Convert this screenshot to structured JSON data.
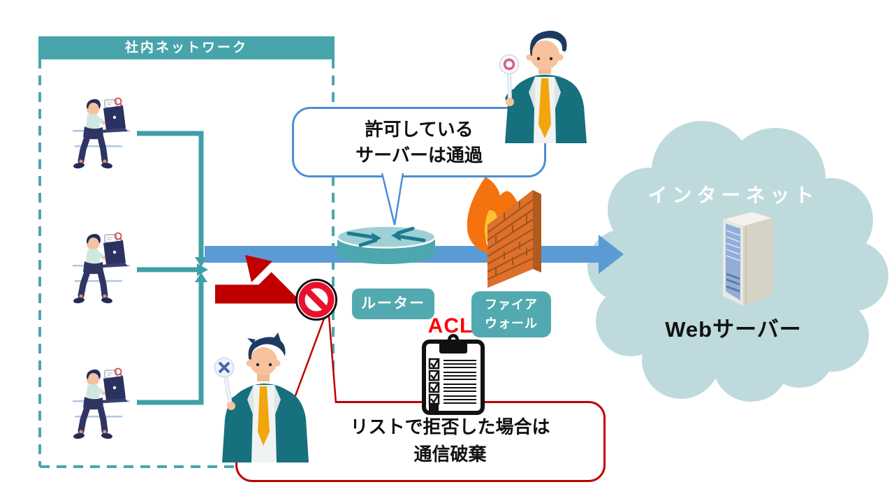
{
  "network_box": {
    "label": "社内ネットワーク"
  },
  "allow_bubble": {
    "line1": "許可している",
    "line2": "サーバーは通過"
  },
  "router": {
    "label": "ルーター"
  },
  "firewall": {
    "line1": "ファイア",
    "line2": "ウォール"
  },
  "acl": {
    "label": "ACL"
  },
  "deny_callout": {
    "line1": "リストで拒否した場合は",
    "line2": "通信破棄"
  },
  "internet": {
    "label": "インターネット",
    "server_label": "Webサーバー"
  },
  "icons": {
    "seated_user": "person-working-on-laptop",
    "approve_paddle": "circle-ok-paddle",
    "deny_paddle": "cross-ng-paddle",
    "prohibition": "no-entry-sign",
    "u_turn_arrow": "rejected-traffic-arrow",
    "router": "cylinder-with-arrows",
    "firewall": "brick-wall-with-flame",
    "acl_clipboard": "checklist-clipboard",
    "internet": "cloud",
    "web_server": "server-tower"
  },
  "colors": {
    "teal": "#47A4AB",
    "connector_teal": "#3FA0A7",
    "main_blue": "#5B9BD5",
    "bubble_border_blue": "#4C8ED4",
    "red": "#C00000",
    "acl_red": "#FF0000",
    "prohibition_red": "#E8112D",
    "cloud_blue": "#BEDADD",
    "suit_teal": "#17707E",
    "flame_orange": "#F4730E",
    "brick_orange": "#DE6F2C"
  }
}
